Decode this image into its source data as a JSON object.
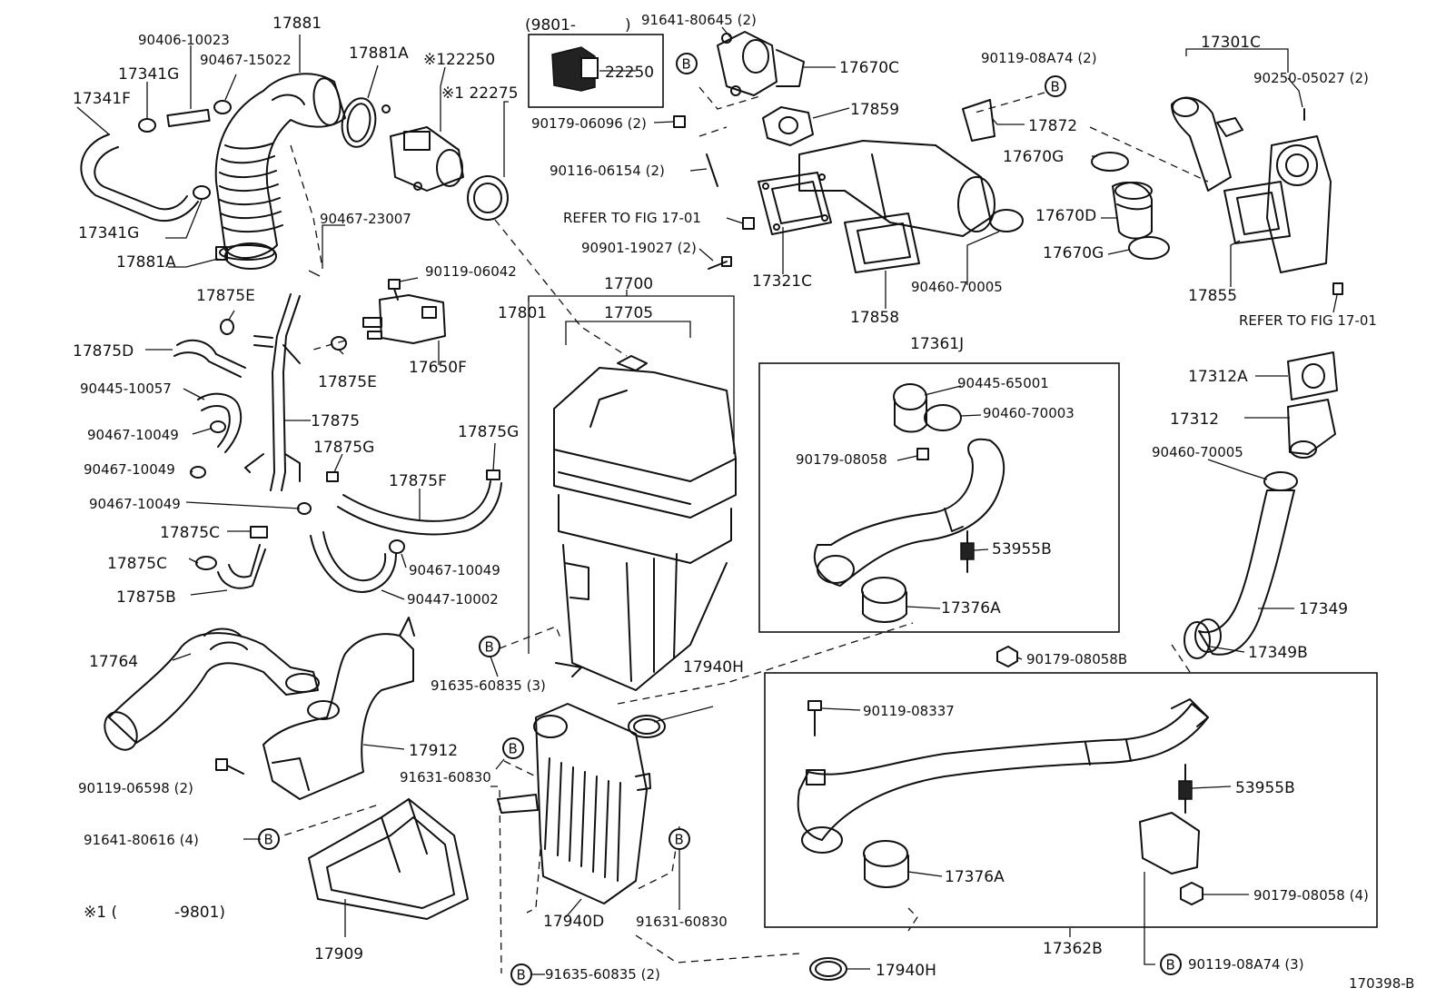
{
  "footer": {
    "note_prefix": "※1 (",
    "note_suffix": "-9801)",
    "fig_code": "170398-B"
  },
  "callout_marker": "B",
  "labels": [
    {
      "id": "p17881",
      "t": "17881"
    },
    {
      "id": "p90406",
      "t": "90406-10023"
    },
    {
      "id": "p17341G_a",
      "t": "17341G"
    },
    {
      "id": "p90467_15022",
      "t": "90467-15022"
    },
    {
      "id": "p17341F",
      "t": "17341F"
    },
    {
      "id": "p17881A_a",
      "t": "17881A"
    },
    {
      "id": "p122250",
      "t": "※122250"
    },
    {
      "id": "p122275",
      "t": "※1 22275"
    },
    {
      "id": "p17341G_b",
      "t": "17341G"
    },
    {
      "id": "p17881A_b",
      "t": "17881A"
    },
    {
      "id": "p90467_23007",
      "t": "90467-23007"
    },
    {
      "id": "p9801",
      "t": "(9801-"
    },
    {
      "id": "p9801c",
      "t": ")"
    },
    {
      "id": "p22250",
      "t": "22250"
    },
    {
      "id": "p91641_80645",
      "t": "91641-80645 (2)"
    },
    {
      "id": "p17670C",
      "t": "17670C"
    },
    {
      "id": "p90179_06096",
      "t": "90179-06096 (2)"
    },
    {
      "id": "p17859",
      "t": "17859"
    },
    {
      "id": "p90119_08A74a",
      "t": "90119-08A74 (2)"
    },
    {
      "id": "p17301C",
      "t": "17301C"
    },
    {
      "id": "p90250",
      "t": "90250-05027 (2)"
    },
    {
      "id": "p17872",
      "t": "17872"
    },
    {
      "id": "p17670G_a",
      "t": "17670G"
    },
    {
      "id": "p90116",
      "t": "90116-06154 (2)"
    },
    {
      "id": "pREFER1",
      "t": "REFER TO FIG 17-01"
    },
    {
      "id": "p17670D",
      "t": "17670D"
    },
    {
      "id": "p17670G_b",
      "t": "17670G"
    },
    {
      "id": "p90901",
      "t": "90901-19027 (2)"
    },
    {
      "id": "p17321C",
      "t": "17321C"
    },
    {
      "id": "p90460_70005a",
      "t": "90460-70005"
    },
    {
      "id": "p17855",
      "t": "17855"
    },
    {
      "id": "pREFER2",
      "t": "REFER TO FIG 17-01"
    },
    {
      "id": "p17858",
      "t": "17858"
    },
    {
      "id": "p90119_06042",
      "t": "90119-06042"
    },
    {
      "id": "p17700",
      "t": "17700"
    },
    {
      "id": "p17801",
      "t": "17801"
    },
    {
      "id": "p17705",
      "t": "17705"
    },
    {
      "id": "p17875E_a",
      "t": "17875E"
    },
    {
      "id": "p17875D",
      "t": "17875D"
    },
    {
      "id": "p17875E_b",
      "t": "17875E"
    },
    {
      "id": "p17650F",
      "t": "17650F"
    },
    {
      "id": "p17361J",
      "t": "17361J"
    },
    {
      "id": "p90445_65001",
      "t": "90445-65001"
    },
    {
      "id": "p90460_70003",
      "t": "90460-70003"
    },
    {
      "id": "p17312A",
      "t": "17312A"
    },
    {
      "id": "p17312",
      "t": "17312"
    },
    {
      "id": "p90445_10057",
      "t": "90445-10057"
    },
    {
      "id": "p17875",
      "t": "17875"
    },
    {
      "id": "p90467_10049a",
      "t": "90467-10049"
    },
    {
      "id": "p17875G_a",
      "t": "17875G"
    },
    {
      "id": "p17875G_b",
      "t": "17875G"
    },
    {
      "id": "p90179_08058a",
      "t": "90179-08058"
    },
    {
      "id": "p90460_70005b",
      "t": "90460-70005"
    },
    {
      "id": "p90467_10049b",
      "t": "90467-10049"
    },
    {
      "id": "p17875F",
      "t": "17875F"
    },
    {
      "id": "p90467_10049c",
      "t": "90467-10049"
    },
    {
      "id": "p17875C_a",
      "t": "17875C"
    },
    {
      "id": "p53955B_a",
      "t": "53955B"
    },
    {
      "id": "p17875C_b",
      "t": "17875C"
    },
    {
      "id": "p90467_10049d",
      "t": "90467-10049"
    },
    {
      "id": "p17875B",
      "t": "17875B"
    },
    {
      "id": "p90447",
      "t": "90447-10002"
    },
    {
      "id": "p17376A_a",
      "t": "17376A"
    },
    {
      "id": "p17349",
      "t": "17349"
    },
    {
      "id": "p90179_08058B",
      "t": "90179-08058B"
    },
    {
      "id": "p17349B",
      "t": "17349B"
    },
    {
      "id": "p17764",
      "t": "17764"
    },
    {
      "id": "p91635_60835_3",
      "t": "91635-60835 (3)"
    },
    {
      "id": "p17940H_a",
      "t": "17940H"
    },
    {
      "id": "p90119_08337",
      "t": "90119-08337"
    },
    {
      "id": "p17912",
      "t": "17912"
    },
    {
      "id": "p91631_60830a",
      "t": "91631-60830"
    },
    {
      "id": "p90119_06598",
      "t": "90119-06598 (2)"
    },
    {
      "id": "p53955B_b",
      "t": "53955B"
    },
    {
      "id": "p91641_80616",
      "t": "91641-80616 (4)"
    },
    {
      "id": "p17376A_b",
      "t": "17376A"
    },
    {
      "id": "p90179_08058_4",
      "t": "90179-08058 (4)"
    },
    {
      "id": "p17940D",
      "t": "17940D"
    },
    {
      "id": "p91631_60830b",
      "t": "91631-60830"
    },
    {
      "id": "p17909",
      "t": "17909"
    },
    {
      "id": "p17362B",
      "t": "17362B"
    },
    {
      "id": "p17940H_b",
      "t": "17940H"
    },
    {
      "id": "p90119_08A74b",
      "t": "90119-08A74 (3)"
    },
    {
      "id": "p91635_60835_2",
      "t": "91635-60835 (2)"
    }
  ]
}
